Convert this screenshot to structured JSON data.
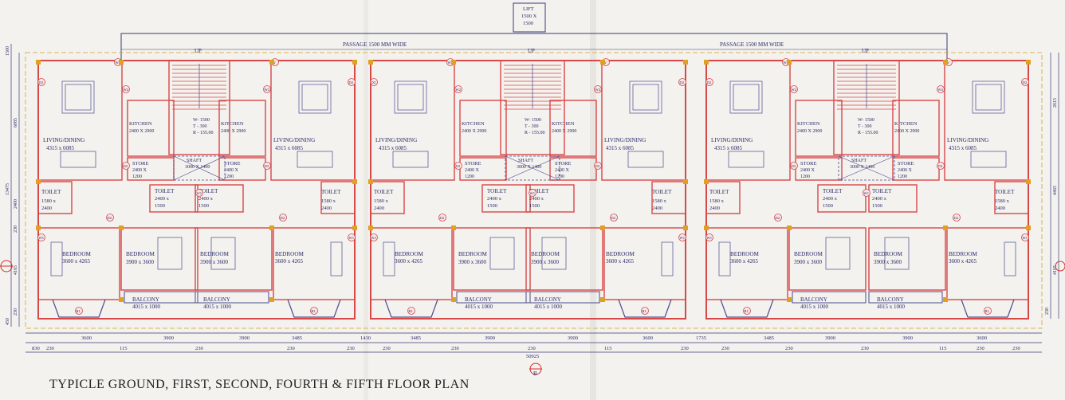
{
  "title": "TYPICLE GROUND, FIRST, SECOND, FOURTH & FIFTH  FLOOR PLAN",
  "lift": {
    "l1": "LIFT",
    "l2": "1500 X",
    "l3": "1500"
  },
  "passage": "PASSAGE 1500 MM WIDE",
  "up": "UP",
  "stair": {
    "l1": "W- 1500",
    "l2": "T - 300",
    "l3": "R - 155.00"
  },
  "rooms": {
    "living": "LIVING/DINING",
    "living_dim": "4315 x 6085",
    "kitchen": "KITCHEN",
    "kitchen_dim": "2400 X 2900",
    "store": "STORE",
    "store_dim1": "2400 X",
    "store_dim2": "1200",
    "shaft": "SHAFT",
    "shaft_dim": "3000 X 1400",
    "toilet": "TOILET",
    "toilet_side_dim1": "1580 x",
    "toilet_side_dim2": "2400",
    "toilet_mid_dim1": "2400 x",
    "toilet_mid_dim2": "1500",
    "bed_outer": "BEDROOM",
    "bed_outer_dim": "3600 x 4265",
    "bed_mid_dim": "3900 x 3600",
    "balcony": "BALCONY",
    "balcony_dim": "4015 x 1000"
  },
  "tags": {
    "d2": "D2",
    "d3": "D3",
    "w": "W",
    "w1": "W1",
    "w2": "W2",
    "b1": "B1",
    "b": "B"
  },
  "dims_bottom_top": [
    "3600",
    "3900",
    "3900",
    "3485",
    "1430",
    "3485",
    "3900",
    "3900",
    "3600",
    "1735",
    "3485",
    "3900",
    "3900",
    "3600"
  ],
  "dims_bottom_bot": [
    "830",
    "230",
    "115",
    "230",
    "230",
    "230",
    "230",
    "230",
    "230",
    "115",
    "230",
    "230",
    "230",
    "230",
    "115",
    "230",
    "230"
  ],
  "total_width": "50925",
  "dims_left": [
    "1500",
    "6085",
    "13475",
    "2400",
    "230",
    "4165",
    "230",
    "450"
  ],
  "dims_right": [
    "2615",
    "4465",
    "4165",
    "230"
  ]
}
